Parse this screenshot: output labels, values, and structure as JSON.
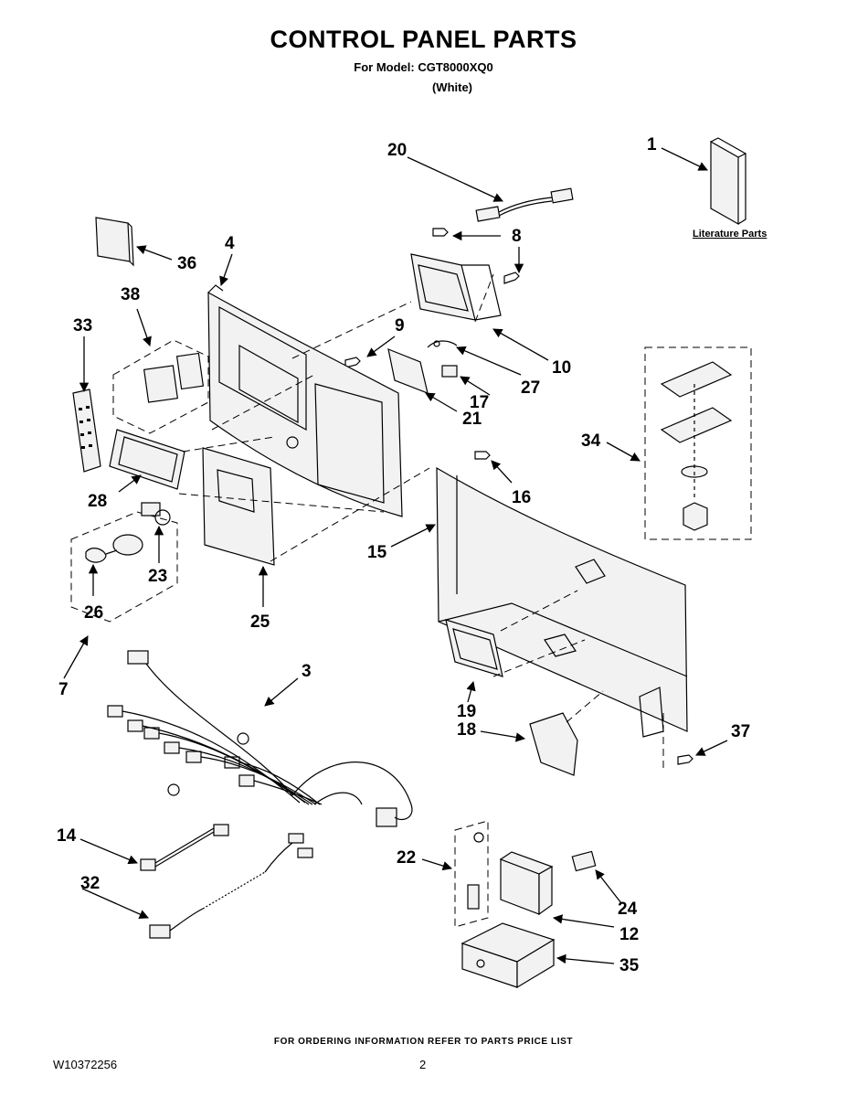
{
  "header": {
    "title": "CONTROL PANEL PARTS",
    "model_line": "For Model: CGT8000XQ0",
    "variant": "(White)"
  },
  "literature_label": "Literature Parts",
  "callouts": [
    {
      "id": "1",
      "label": "1"
    },
    {
      "id": "3",
      "label": "3"
    },
    {
      "id": "4",
      "label": "4"
    },
    {
      "id": "7",
      "label": "7"
    },
    {
      "id": "8a",
      "label": "8"
    },
    {
      "id": "9",
      "label": "9"
    },
    {
      "id": "10",
      "label": "10"
    },
    {
      "id": "12",
      "label": "12"
    },
    {
      "id": "14",
      "label": "14"
    },
    {
      "id": "15",
      "label": "15"
    },
    {
      "id": "16",
      "label": "16"
    },
    {
      "id": "17",
      "label": "17"
    },
    {
      "id": "18",
      "label": "18"
    },
    {
      "id": "19",
      "label": "19"
    },
    {
      "id": "20",
      "label": "20"
    },
    {
      "id": "21",
      "label": "21"
    },
    {
      "id": "22",
      "label": "22"
    },
    {
      "id": "23",
      "label": "23"
    },
    {
      "id": "24",
      "label": "24"
    },
    {
      "id": "25",
      "label": "25"
    },
    {
      "id": "26",
      "label": "26"
    },
    {
      "id": "27",
      "label": "27"
    },
    {
      "id": "28",
      "label": "28"
    },
    {
      "id": "32",
      "label": "32"
    },
    {
      "id": "33",
      "label": "33"
    },
    {
      "id": "34",
      "label": "34"
    },
    {
      "id": "35",
      "label": "35"
    },
    {
      "id": "36",
      "label": "36"
    },
    {
      "id": "37",
      "label": "37"
    },
    {
      "id": "38",
      "label": "38"
    }
  ],
  "footer": {
    "note": "FOR ORDERING INFORMATION REFER TO PARTS PRICE LIST",
    "doc_number": "W10372256",
    "page_number": "2"
  }
}
